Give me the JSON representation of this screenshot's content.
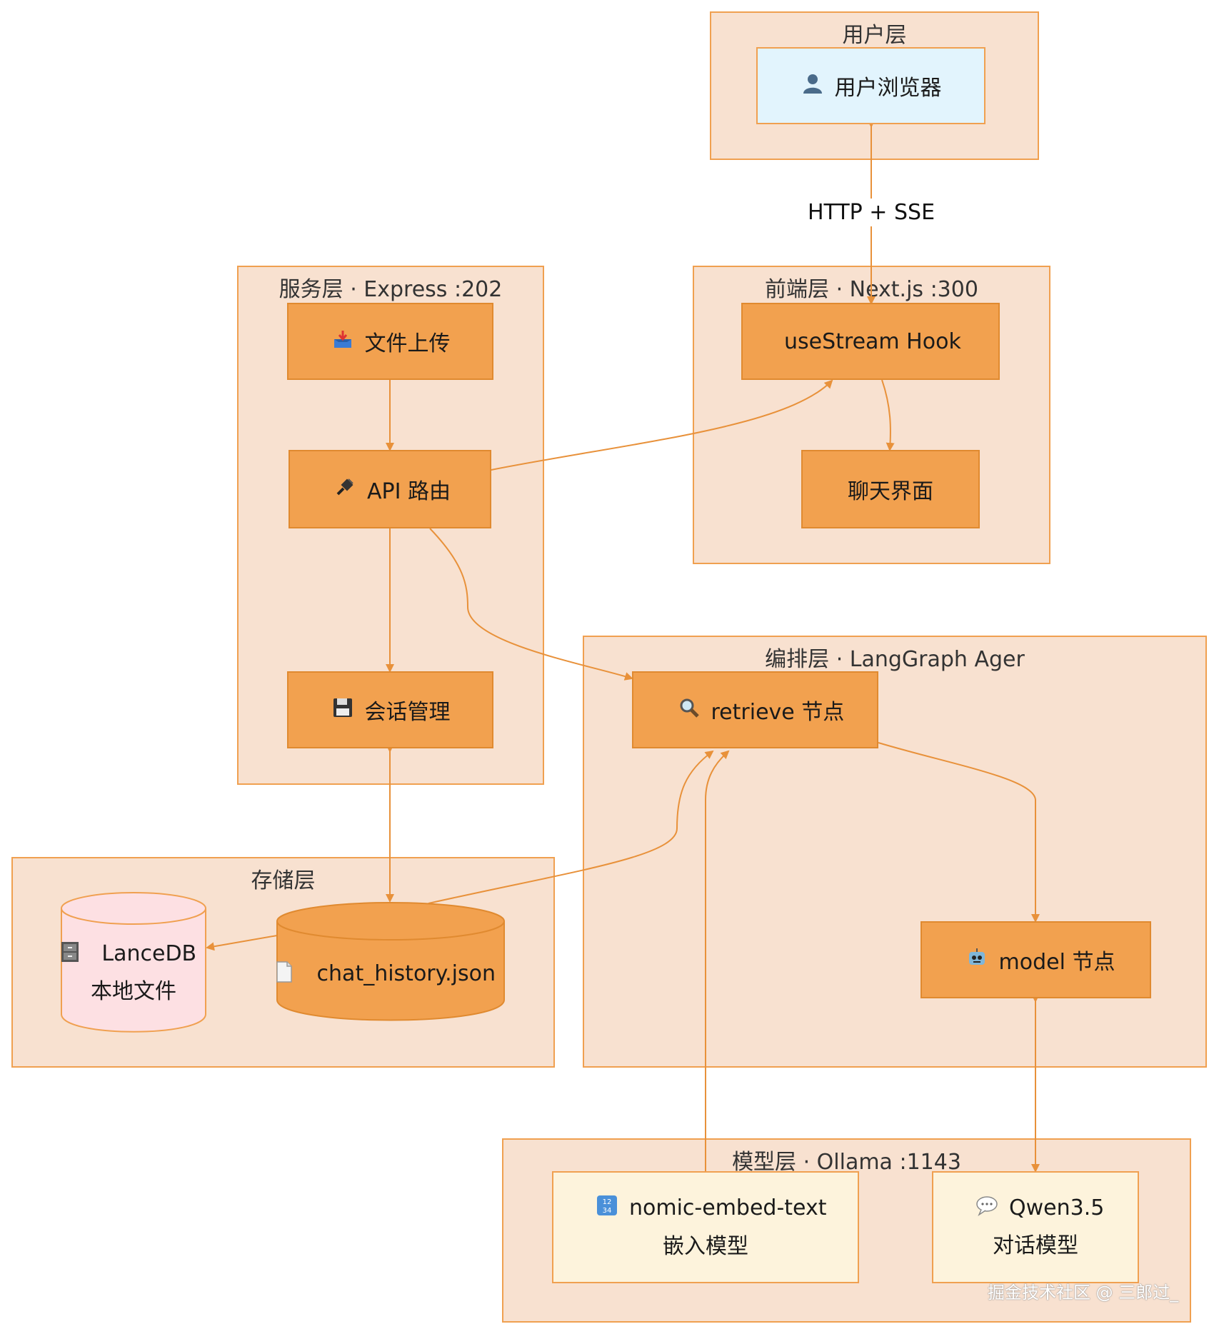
{
  "groups": {
    "user": "用户层",
    "service": "服务层 · Express :202",
    "frontend": "前端层 · Next.js :300",
    "orchestration": "编排层 · LangGraph Ager",
    "storage": "存储层",
    "model": "模型层 · Ollama :1143"
  },
  "nodes": {
    "browser": {
      "icon": "user-icon",
      "label": "用户浏览器"
    },
    "upload": {
      "icon": "inbox-tray-icon",
      "label": "文件上传"
    },
    "api": {
      "icon": "plug-icon",
      "label": "API 路由"
    },
    "session": {
      "icon": "floppy-disk-icon",
      "label": "会话管理"
    },
    "usestream": {
      "label": "useStream Hook"
    },
    "chat_ui": {
      "label": "聊天界面"
    },
    "retrieve": {
      "icon": "magnifier-icon",
      "label": "retrieve 节点"
    },
    "model_node": {
      "icon": "robot-icon",
      "label": "model 节点"
    },
    "lancedb": {
      "icon": "file-cabinet-icon",
      "label": "LanceDB",
      "sublabel": "本地文件"
    },
    "chat_history": {
      "icon": "page-icon",
      "label": "chat_history.json"
    },
    "embed": {
      "icon": "numbers-icon",
      "label": "nomic-embed-text",
      "sublabel": "嵌入模型"
    },
    "qwen": {
      "icon": "speech-bubble-icon",
      "label": "Qwen3.5",
      "sublabel": "对话模型"
    }
  },
  "edges": {
    "http_label": "HTTP + SSE"
  },
  "watermark": "掘金技术社区 @ 三郎过_",
  "colors": {
    "group_fill": "#f8e1d0",
    "group_border": "#f0a050",
    "node_fill": "#f2a14f",
    "edge": "#e8913a"
  }
}
